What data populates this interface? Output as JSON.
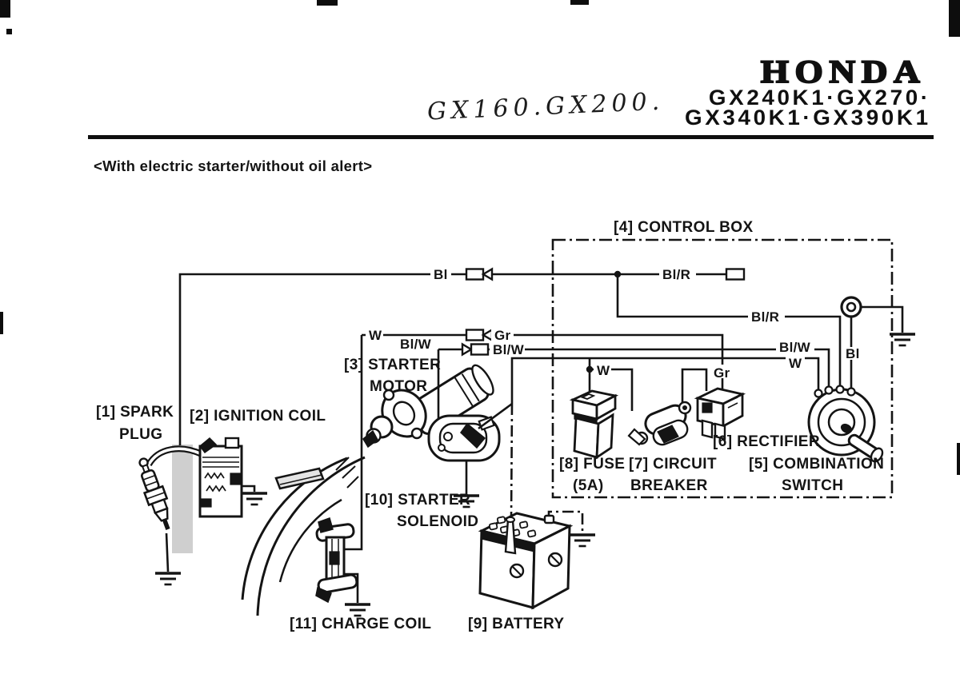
{
  "header": {
    "brand": "HONDA",
    "models_line1": "GX240K1·GX270·",
    "models_line2": "GX340K1·GX390K1",
    "handwritten_note": "GX160.GX200.",
    "subtitle": "<With electric starter/without oil alert>"
  },
  "diagram": {
    "components": {
      "spark_plug": {
        "line1": "[1] SPARK",
        "line2": "PLUG"
      },
      "ignition_coil": {
        "line1": "[2] IGNITION COIL"
      },
      "starter_motor": {
        "line1": "[3] STARTER",
        "line2": "MOTOR"
      },
      "control_box": {
        "line1": "[4] CONTROL BOX"
      },
      "combination_switch": {
        "line1": "[5] COMBINATION",
        "line2": "SWITCH"
      },
      "rectifier": {
        "line1": "[6] RECTIFIER"
      },
      "circuit_breaker": {
        "line1": "[7] CIRCUIT",
        "line2": "BREAKER"
      },
      "fuse": {
        "line1": "[8] FUSE",
        "line2": "(5A)"
      },
      "battery": {
        "line1": "[9] BATTERY"
      },
      "starter_solenoid": {
        "line1": "[10] STARTER",
        "line2": "SOLENOID"
      },
      "charge_coil": {
        "line1": "[11] CHARGE COIL"
      }
    },
    "wire_labels": {
      "bl_top": "Bl",
      "bl_r_top": "Bl/R",
      "bl_r_switch": "Bl/R",
      "w_left": "W",
      "gr_left": "Gr",
      "bl_w_left": "Bl/W",
      "bl_w_mid": "Bl/W",
      "bl_w_switch": "Bl/W",
      "w_switch": "W",
      "w_fuse": "W",
      "gr_rectifier": "Gr",
      "bl_switch": "Bl"
    },
    "colors": {
      "ink": "#161616",
      "paper": "#ffffff"
    }
  }
}
